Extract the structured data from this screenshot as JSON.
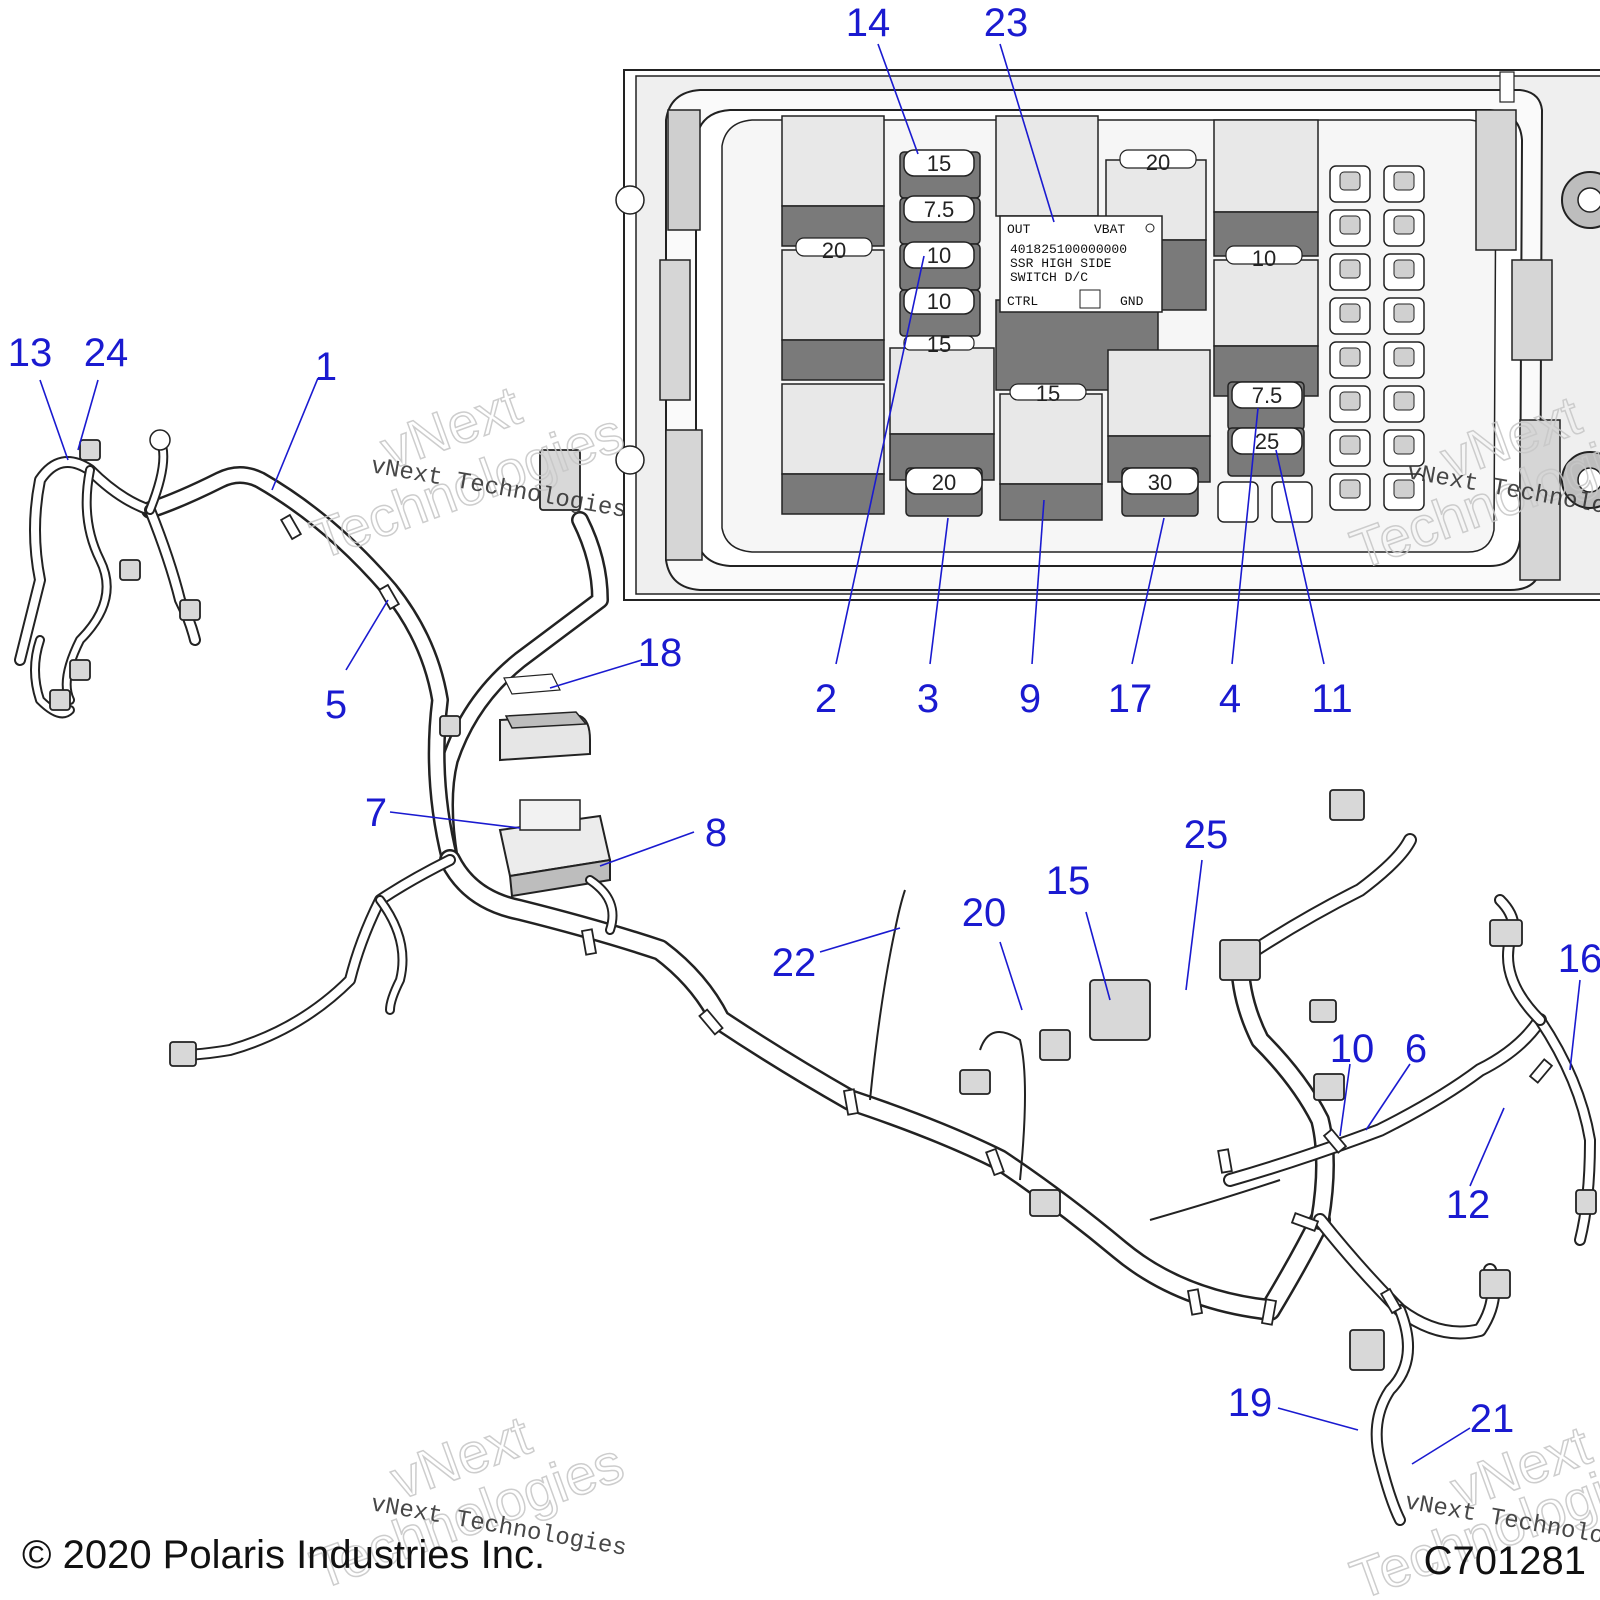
{
  "diagram": {
    "callouts": [
      {
        "id": "c1",
        "text": "1"
      },
      {
        "id": "c2",
        "text": "2"
      },
      {
        "id": "c3",
        "text": "3"
      },
      {
        "id": "c4",
        "text": "4"
      },
      {
        "id": "c5",
        "text": "5"
      },
      {
        "id": "c6",
        "text": "6"
      },
      {
        "id": "c7",
        "text": "7"
      },
      {
        "id": "c8",
        "text": "8"
      },
      {
        "id": "c9",
        "text": "9"
      },
      {
        "id": "c10",
        "text": "10"
      },
      {
        "id": "c11",
        "text": "11"
      },
      {
        "id": "c12",
        "text": "12"
      },
      {
        "id": "c13",
        "text": "13"
      },
      {
        "id": "c14",
        "text": "14"
      },
      {
        "id": "c15",
        "text": "15"
      },
      {
        "id": "c16",
        "text": "16"
      },
      {
        "id": "c17",
        "text": "17"
      },
      {
        "id": "c18",
        "text": "18"
      },
      {
        "id": "c19",
        "text": "19"
      },
      {
        "id": "c20",
        "text": "20"
      },
      {
        "id": "c21",
        "text": "21"
      },
      {
        "id": "c22",
        "text": "22"
      },
      {
        "id": "c23",
        "text": "23"
      },
      {
        "id": "c24",
        "text": "24"
      },
      {
        "id": "c25",
        "text": "25"
      }
    ],
    "fuses": {
      "f15a": "15",
      "f7_5a": "7.5",
      "f10a": "10",
      "f10b": "10",
      "f20a": "20",
      "f30a": "30",
      "f7_5b": "7.5",
      "f25a": "25",
      "f20top": "20",
      "f20left": "20",
      "f10right": "10",
      "f15mid": "15",
      "f15low": "15"
    },
    "relay_label": {
      "out": "OUT",
      "vbat": "VBAT",
      "part_number": "401825100000000",
      "line1": "SSR  HIGH  SIDE",
      "line2": "SWITCH       D/C",
      "ctrl": "CTRL",
      "gnd": "GND"
    },
    "watermark": {
      "brand_big_1": "vNext",
      "brand_big_2": "Technologies",
      "brand_small": "vNext Technologies"
    },
    "footer": {
      "copyright": "© 2020 Polaris Industries Inc.",
      "code": "C701281"
    },
    "colors": {
      "callout": "#1a1ad0",
      "line": "#222222",
      "relay_shade": "#7a7a7a",
      "panel_gray": "#d9d9d9"
    }
  }
}
